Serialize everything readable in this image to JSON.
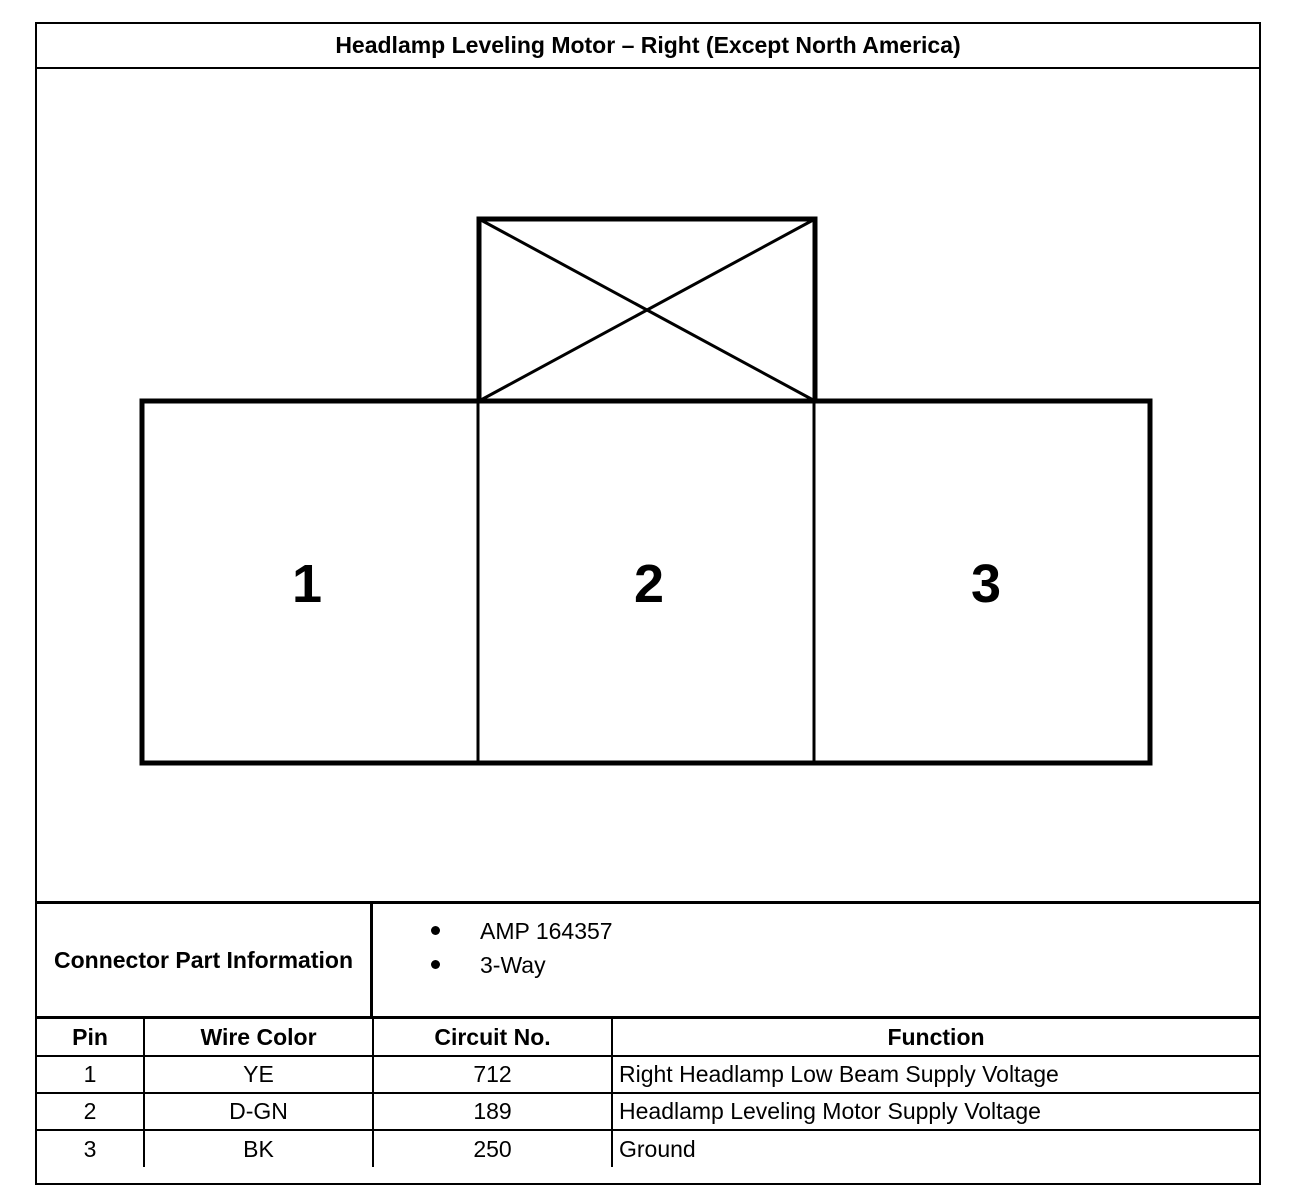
{
  "title": "Headlamp Leveling Motor – Right (Except North America)",
  "connector_diagram": {
    "cavities": [
      {
        "label": "1"
      },
      {
        "label": "2"
      },
      {
        "label": "3"
      }
    ],
    "blocked_position": "above cavity 2"
  },
  "part_info": {
    "label": "Connector Part Information",
    "items": [
      "AMP 164357",
      "3-Way"
    ]
  },
  "pin_table": {
    "headers": {
      "pin": "Pin",
      "wire_color": "Wire Color",
      "circuit": "Circuit No.",
      "function": "Function"
    },
    "rows": [
      {
        "pin": "1",
        "wire_color": "YE",
        "circuit": "712",
        "function": "Right Headlamp Low Beam Supply Voltage"
      },
      {
        "pin": "2",
        "wire_color": "D-GN",
        "circuit": "189",
        "function": "Headlamp Leveling Motor Supply Voltage"
      },
      {
        "pin": "3",
        "wire_color": "BK",
        "circuit": "250",
        "function": "Ground"
      }
    ]
  }
}
